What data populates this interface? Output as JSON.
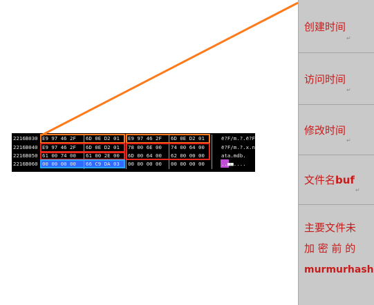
{
  "hex_dump": {
    "rows": [
      {
        "address": "2216B030",
        "groups": [
          "E9 97 46 2F",
          "6D 0E D2 01",
          "E9 97 46 2F",
          "6D 0E D2 01"
        ],
        "ascii": "ё?F/m.?.ё?F/m.?"
      },
      {
        "address": "2216B040",
        "groups": [
          "E9 97 46 2F",
          "6D 0E D2 01",
          "78 00 6E 00",
          "74 00 64 00"
        ],
        "ascii": "ё?F/m.?.x.n.t.d."
      },
      {
        "address": "2216B050",
        "groups": [
          "61 00 74 00",
          "61 00 2E 00",
          "6D 00 64 00",
          "62 00 00 00"
        ],
        "ascii": "ata.mdb."
      },
      {
        "address": "2216B060",
        "groups": [
          "00 00 00 00",
          "66 C9 DA 03",
          "00 00 00 00",
          "00 00 00 00"
        ],
        "ascii": "..■■...."
      }
    ]
  },
  "labels": {
    "create_time": "创建时间",
    "access_time": "访问时间",
    "modify_time": "修改时间",
    "filename_prefix": "文件名 ",
    "filename_buf": "buf",
    "hash_line1": "主要文件未",
    "hash_line2": "加 密 前 的",
    "hash_line3": "murmurhash",
    "pilcrow": "↵"
  },
  "colors": {
    "orange": "#ff7a1a",
    "red": "#e8261c",
    "blue": "#2aa7ff",
    "purple": "#c04bd6",
    "label_text": "#c81b1b",
    "label_bg": "#c9c9c9"
  }
}
